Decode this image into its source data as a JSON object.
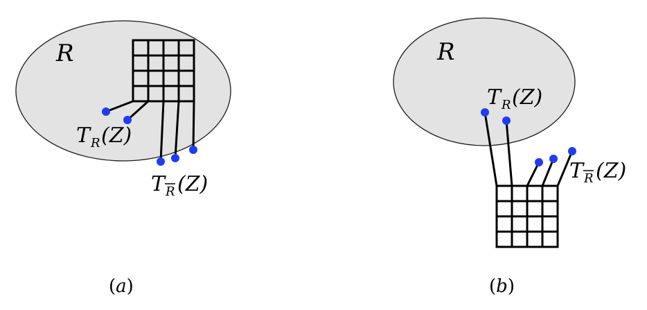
{
  "colors": {
    "region_fill": "#e3e3e3",
    "region_stroke": "#1a1a1a",
    "grid_stroke": "#000000",
    "terminal": "#1f3cf5"
  },
  "panel_a": {
    "region_label": "R",
    "inner_terminals_label": {
      "main": "T",
      "sub": "R",
      "arg": "(Z)"
    },
    "outer_terminals_label": {
      "main": "T",
      "sub": "R",
      "arg": "(Z)",
      "sub_overline": true
    },
    "caption": {
      "open": "(",
      "letter": "a",
      "close": ")"
    }
  },
  "panel_b": {
    "region_label": "R",
    "inner_terminals_label": {
      "main": "T",
      "sub": "R",
      "arg": "(Z)"
    },
    "outer_terminals_label": {
      "main": "T",
      "sub": "R",
      "arg": "(Z)",
      "sub_overline": true
    },
    "caption": {
      "open": "(",
      "letter": "b",
      "close": ")"
    }
  }
}
